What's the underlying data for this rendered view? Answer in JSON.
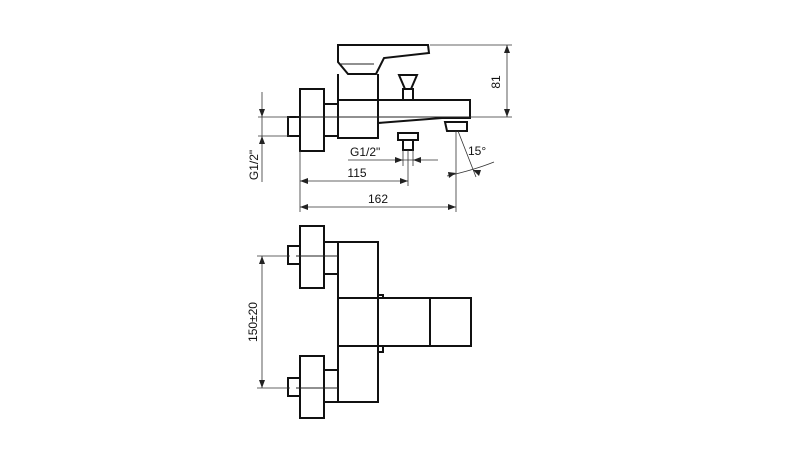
{
  "drawing": {
    "side_view": {
      "dimensions": {
        "height": "81",
        "inlet_thread": "G1/2\"",
        "outlet_thread": "G1/2\"",
        "outlet_angle": "15°",
        "outlet_offset": "115",
        "total_length": "162"
      }
    },
    "top_view": {
      "dimensions": {
        "spacing": "150±20"
      }
    }
  }
}
